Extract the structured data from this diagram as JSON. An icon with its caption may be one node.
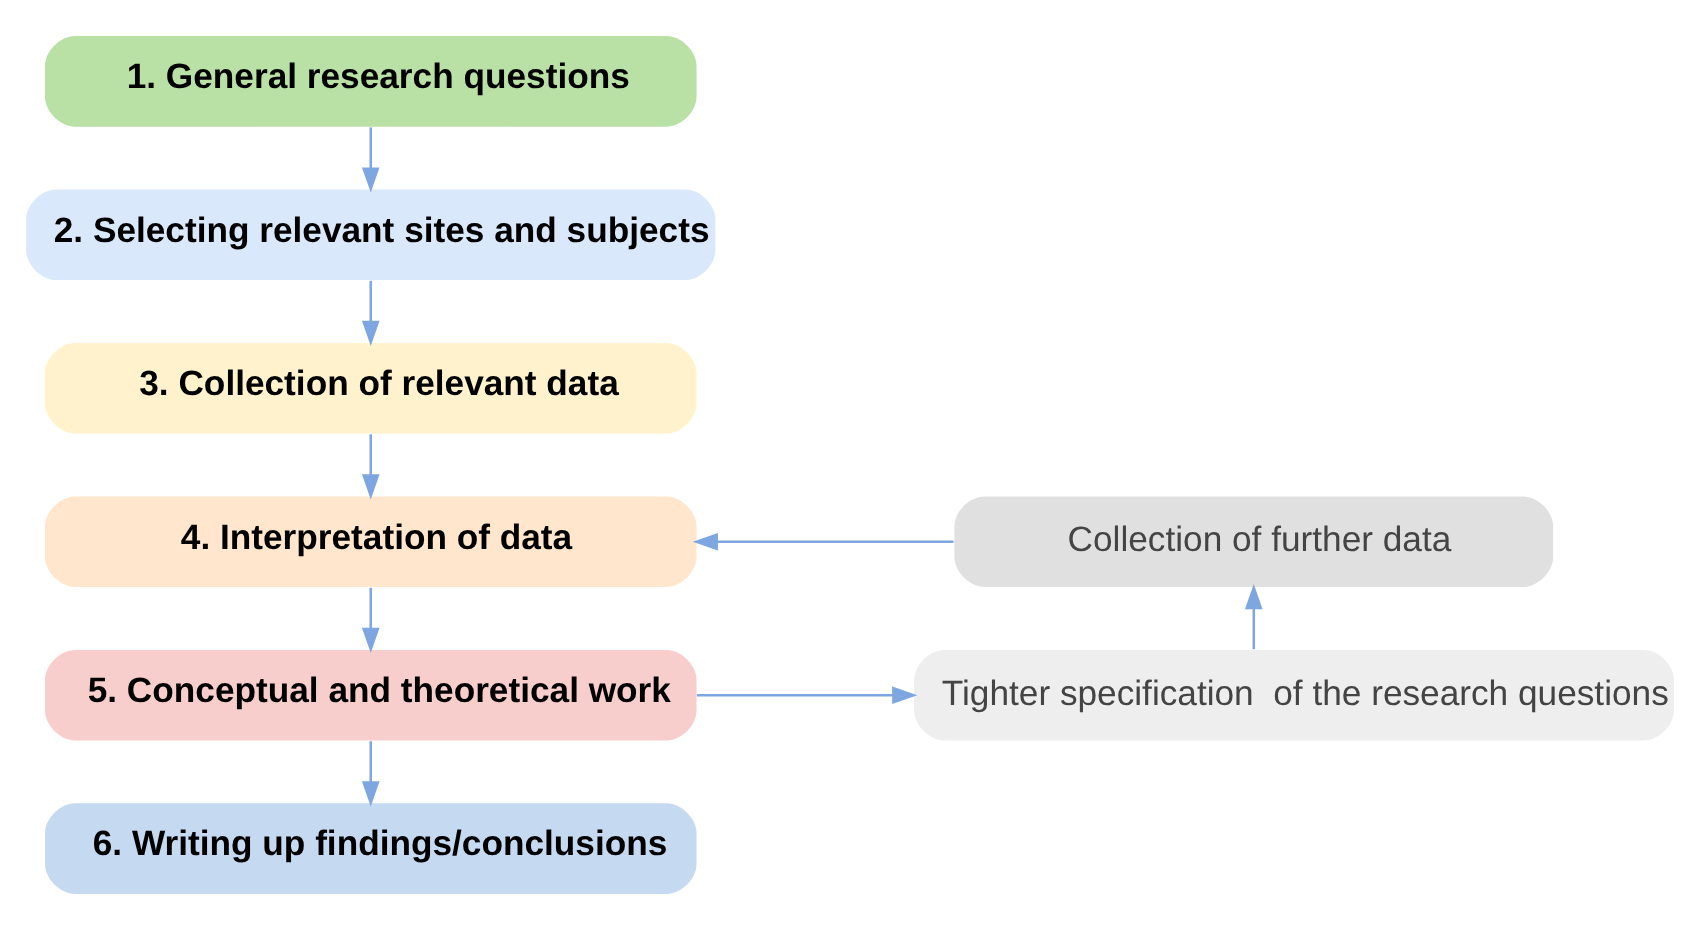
{
  "diagram": {
    "nodes": [
      {
        "text": [
          "1. General research questions"
        ]
      },
      {
        "text": [
          "2. Selecting relevant sites and subjects"
        ]
      },
      {
        "text": [
          "3. Collection of relevant data"
        ]
      },
      {
        "text": [
          "4. Interpretation of data"
        ]
      },
      {
        "text": [
          "5. Conceptual and theoretical work"
        ]
      },
      {
        "text": [
          "6. Writing up findings/conclusions"
        ]
      },
      {
        "text": [
          "Collection of further data"
        ]
      },
      {
        "text": [
          "Tighter specification  of the research questions"
        ]
      }
    ],
    "edges": [
      {
        "from": 0,
        "to": 1,
        "arrow": "to"
      },
      {
        "from": 1,
        "to": 2,
        "arrow": "to"
      },
      {
        "from": 2,
        "to": 3,
        "arrow": "to"
      },
      {
        "from": 3,
        "to": 4,
        "arrow": "to"
      },
      {
        "from": 4,
        "to": 5,
        "arrow": "to"
      },
      {
        "from": 4,
        "to": 7,
        "arrow": "to"
      },
      {
        "from": 7,
        "to": 6,
        "arrow": "to"
      },
      {
        "from": 6,
        "to": 3,
        "arrow": "to"
      }
    ]
  }
}
